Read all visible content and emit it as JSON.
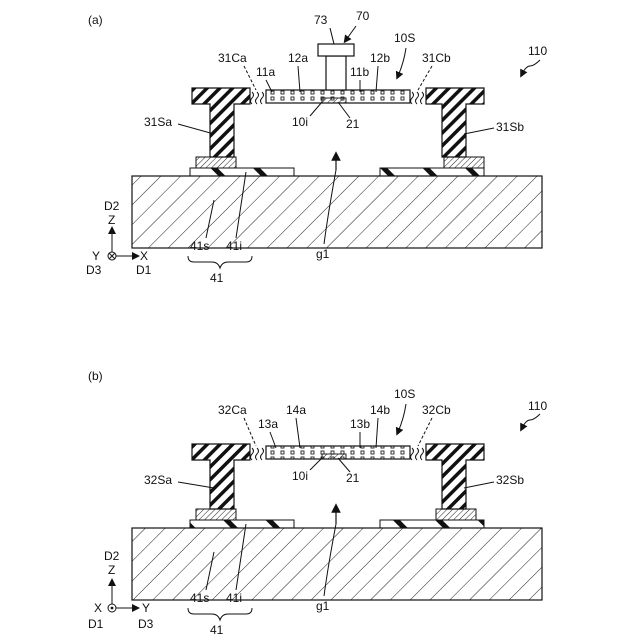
{
  "panels": [
    {
      "tag": "(a)",
      "ref": "110",
      "top_label": "73",
      "top_label2": "70",
      "label_10S": "10S",
      "conn_left": "31Ca",
      "conn_right": "31Cb",
      "pad_left_top": "11a",
      "pad_left_mid": "12a",
      "pad_right_top": "11b",
      "pad_right_mid": "12b",
      "gap_label": "10i",
      "center_label": "21",
      "support_left": "31Sa",
      "support_right": "31Sb",
      "g_label": "g1",
      "sub_s": "41s",
      "sub_i": "41i",
      "sub_group": "41",
      "axis_up": "D2",
      "axis_up2": "Z",
      "axis_left": "Y",
      "axis_left2": "D3",
      "axis_right": "X",
      "axis_right2": "D1"
    },
    {
      "tag": "(b)",
      "ref": "110",
      "label_10S": "10S",
      "conn_left": "32Ca",
      "conn_right": "32Cb",
      "pad_left_top": "13a",
      "pad_left_mid": "14a",
      "pad_right_top": "13b",
      "pad_right_mid": "14b",
      "gap_label": "10i",
      "center_label": "21",
      "support_left": "32Sa",
      "support_right": "32Sb",
      "g_label": "g1",
      "sub_s": "41s",
      "sub_i": "41i",
      "sub_group": "41",
      "axis_up": "D2",
      "axis_up2": "Z",
      "axis_left": "X",
      "axis_left2": "D1",
      "axis_right": "Y",
      "axis_right2": "D3"
    }
  ]
}
